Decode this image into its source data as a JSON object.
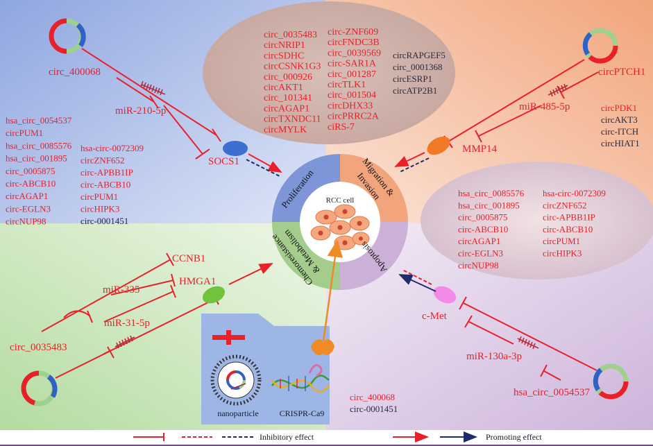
{
  "colors": {
    "red": "#e8202a",
    "navy": "#1f2a6b",
    "dark_text": "#2a2a40",
    "quadrant_top_left": "#a9b9e6",
    "quadrant_top_right": "#f3b999",
    "quadrant_bottom_left": "#cfe6bf",
    "quadrant_bottom_right": "#dccbe4"
  },
  "center": {
    "cell_label": "RCC cell",
    "sectors": {
      "proliferation": "Proliferation",
      "migration_1": "Migration &",
      "migration_2": "Invasion",
      "apoptosis": "Apoptosis",
      "chemo_1": "Chemoresistance",
      "chemo_2": "& Metabolism"
    }
  },
  "top_ellipse": {
    "col1": [
      "circ_0035483",
      "circNRIP1",
      "circSDHC",
      "circCSNK1G3",
      "circ_000926",
      "circAKT1",
      "circ_101341",
      "circAGAP1",
      "circTXNDC11",
      "circMYLK"
    ],
    "col2": [
      "circ-ZNF609",
      "circFNDC3B",
      "circ_0039569",
      "circ-SAR1A",
      "circ_001287",
      "circTLK1",
      "circ_001504",
      "circDHX33",
      "circPRRC2A",
      "ciRS-7"
    ],
    "col3": [
      "circRAPGEF5",
      "circ_0001368",
      "circESRP1",
      "circATP2B1"
    ]
  },
  "top_left": {
    "circ": "circ_400068",
    "mirna": "miR-210-5p",
    "target": "SOCS1",
    "list_red": [
      "hsa_circ_0054537",
      "circPUM1",
      "hsa_circ_0085576",
      "hsa_circ_001895",
      "circ_0005875",
      "circ-ABCB10",
      "circAGAP1",
      "circ-EGLN3",
      "circNUP98"
    ],
    "list_mid": [
      "hsa-circ-0072309",
      "circZNF652",
      "circ-APBB1IP",
      "circ-ABCB10",
      "circPUM1",
      "circHIPK3"
    ],
    "list_mid_dark": "circ-0001451"
  },
  "top_right": {
    "circ": "circPTCH1",
    "mirna": "miR-485-5p",
    "target": "MMP14",
    "list_red": "circPDK1",
    "list_dark": [
      "circAKT3",
      "circ-ITCH",
      "circHIAT1"
    ]
  },
  "right_ellipse": {
    "col1": [
      "hsa_circ_0085576",
      "hsa_circ_001895",
      "circ_0005875",
      "circ-ABCB10",
      "circAGAP1",
      "circ-EGLN3",
      "circNUP98"
    ],
    "col2": [
      "hsa-circ-0072309",
      "circZNF652",
      "circ-APBB1IP",
      "circ-ABCB10",
      "circPUM1",
      "circHIPK3"
    ]
  },
  "bottom_left": {
    "circ": "circ_0035483",
    "mirna1": "miR-335",
    "mirna2": "miR-31-5p",
    "target1": "CCNB1",
    "target2": "HMGA1"
  },
  "bottom_right": {
    "circ": "hsa_circ_0054537",
    "mirna": "miR-130a-3p",
    "target": "c-Met"
  },
  "bottom_center": {
    "nanoparticle_label": "nanoparticle",
    "crispr_label": "CRISPR-Ca9",
    "list_red": "circ_400068",
    "list_dark": "circ-0001451"
  },
  "legend": {
    "inhibitory": "Inhibitory effect",
    "promoting": "Promoting effect"
  }
}
